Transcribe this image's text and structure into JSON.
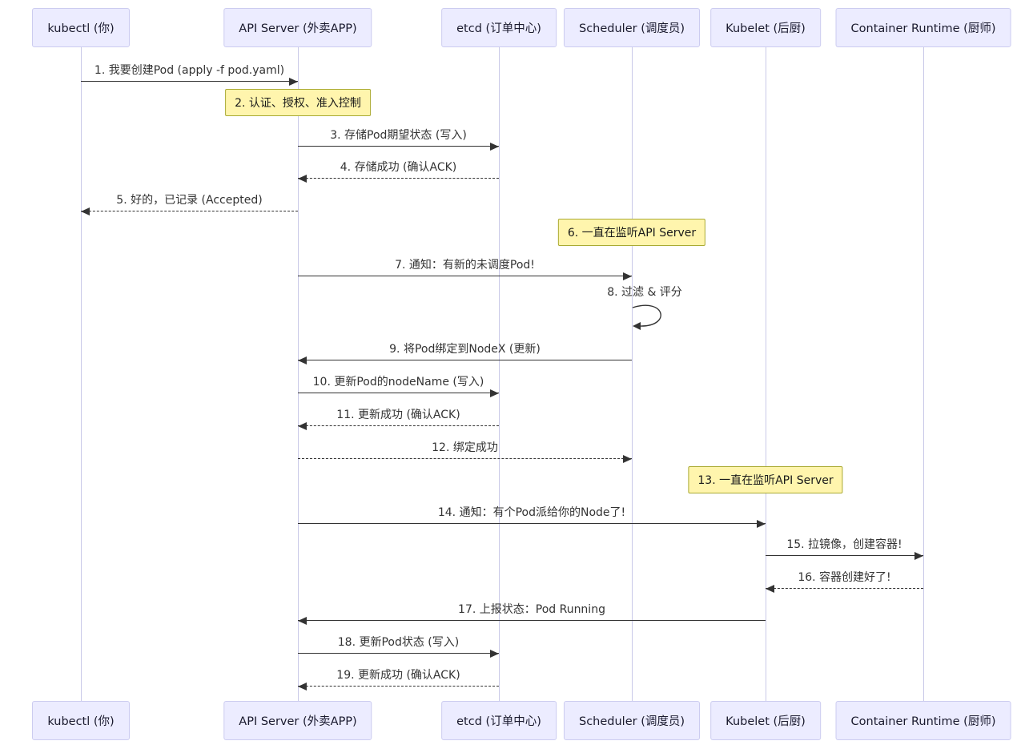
{
  "diagram_type": "sequence-diagram",
  "participants": [
    {
      "id": "kubectl",
      "label": "kubectl (你)"
    },
    {
      "id": "api-server",
      "label": "API Server (外卖APP)"
    },
    {
      "id": "etcd",
      "label": "etcd (订单中心)"
    },
    {
      "id": "scheduler",
      "label": "Scheduler (调度员)"
    },
    {
      "id": "kubelet",
      "label": "Kubelet (后厨)"
    },
    {
      "id": "container-runtime",
      "label": "Container Runtime (厨师)"
    }
  ],
  "messages": [
    {
      "num": 1,
      "label": "1. 我要创建Pod (apply -f pod.yaml)",
      "from": 0,
      "to": 1,
      "style": "solid"
    },
    {
      "num": 2,
      "label": "2. 认证、授权、准入控制",
      "over": 1,
      "style": "note"
    },
    {
      "num": 3,
      "label": "3. 存储Pod期望状态 (写入)",
      "from": 1,
      "to": 2,
      "style": "solid"
    },
    {
      "num": 4,
      "label": "4. 存储成功 (确认ACK)",
      "from": 2,
      "to": 1,
      "style": "dashed"
    },
    {
      "num": 5,
      "label": "5. 好的，已记录 (Accepted)",
      "from": 1,
      "to": 0,
      "style": "dashed"
    },
    {
      "num": 6,
      "label": "6. 一直在监听API Server",
      "over": 3,
      "style": "note"
    },
    {
      "num": 7,
      "label": "7. 通知：有新的未调度Pod!",
      "from": 1,
      "to": 3,
      "style": "solid"
    },
    {
      "num": 8,
      "label": "8. 过滤 & 评分",
      "from": 3,
      "to": 3,
      "style": "self"
    },
    {
      "num": 9,
      "label": "9. 将Pod绑定到NodeX (更新)",
      "from": 3,
      "to": 1,
      "style": "solid"
    },
    {
      "num": 10,
      "label": "10. 更新Pod的nodeName (写入)",
      "from": 1,
      "to": 2,
      "style": "solid"
    },
    {
      "num": 11,
      "label": "11. 更新成功 (确认ACK)",
      "from": 2,
      "to": 1,
      "style": "dashed"
    },
    {
      "num": 12,
      "label": "12. 绑定成功",
      "from": 1,
      "to": 3,
      "style": "dashed"
    },
    {
      "num": 13,
      "label": "13. 一直在监听API Server",
      "over": 4,
      "style": "note"
    },
    {
      "num": 14,
      "label": "14. 通知：有个Pod派给你的Node了!",
      "from": 1,
      "to": 4,
      "style": "solid"
    },
    {
      "num": 15,
      "label": "15. 拉镜像，创建容器!",
      "from": 4,
      "to": 5,
      "style": "solid"
    },
    {
      "num": 16,
      "label": "16. 容器创建好了!",
      "from": 5,
      "to": 4,
      "style": "dashed"
    },
    {
      "num": 17,
      "label": "17. 上报状态：Pod Running",
      "from": 4,
      "to": 1,
      "style": "solid"
    },
    {
      "num": 18,
      "label": "18. 更新Pod状态 (写入)",
      "from": 1,
      "to": 2,
      "style": "solid"
    },
    {
      "num": 19,
      "label": "19. 更新成功 (确认ACK)",
      "from": 2,
      "to": 1,
      "style": "dashed"
    }
  ],
  "colors": {
    "actor_fill": "#ECECFF",
    "actor_border": "#CCCCF0",
    "note_fill": "#FFF5AD",
    "note_border": "#AAAA33",
    "lifeline": "#C9C9E8",
    "arrow": "#333333",
    "text": "#333333"
  }
}
